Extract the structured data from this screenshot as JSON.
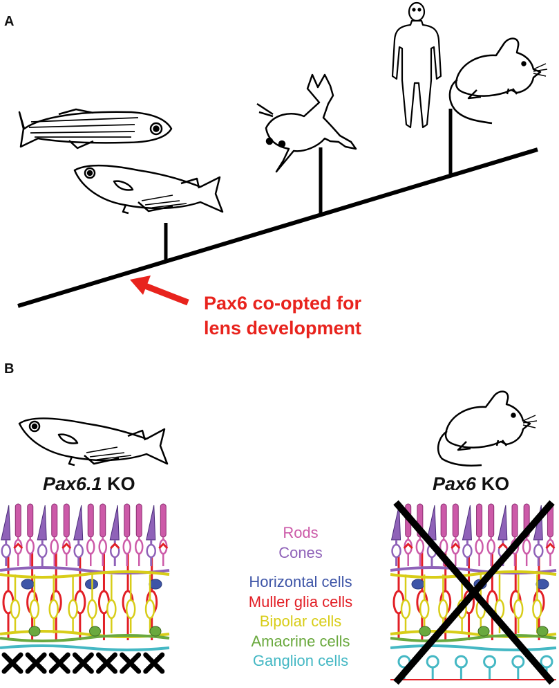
{
  "panels": {
    "a": {
      "label": "A",
      "annotation": {
        "line1": "Pax6 co-opted for",
        "line2": "lens development"
      },
      "organisms": [
        "zebrafish-icon",
        "medaka-icon",
        "frog-icon",
        "human-icon",
        "mouse-icon"
      ]
    },
    "b": {
      "label": "B",
      "left": {
        "gene": "Pax6.1",
        "suffix": " KO",
        "organism": "medaka-icon"
      },
      "right": {
        "gene": "Pax6",
        "suffix": " KO",
        "organism": "mouse-icon"
      },
      "legend": [
        {
          "label": "Rods",
          "color": "#cc5aa8"
        },
        {
          "label": "Cones",
          "color": "#8f62b8"
        },
        {
          "label": "Horizontal cells",
          "color": "#3e55a7"
        },
        {
          "label": "Muller glia cells",
          "color": "#e21f26"
        },
        {
          "label": "Bipolar cells",
          "color": "#d8cd18"
        },
        {
          "label": "Amacrine cells",
          "color": "#6aa93e"
        },
        {
          "label": "Ganglion cells",
          "color": "#45b8c4"
        }
      ]
    }
  },
  "colors": {
    "annotation": "#e8231d",
    "line": "#000000"
  }
}
